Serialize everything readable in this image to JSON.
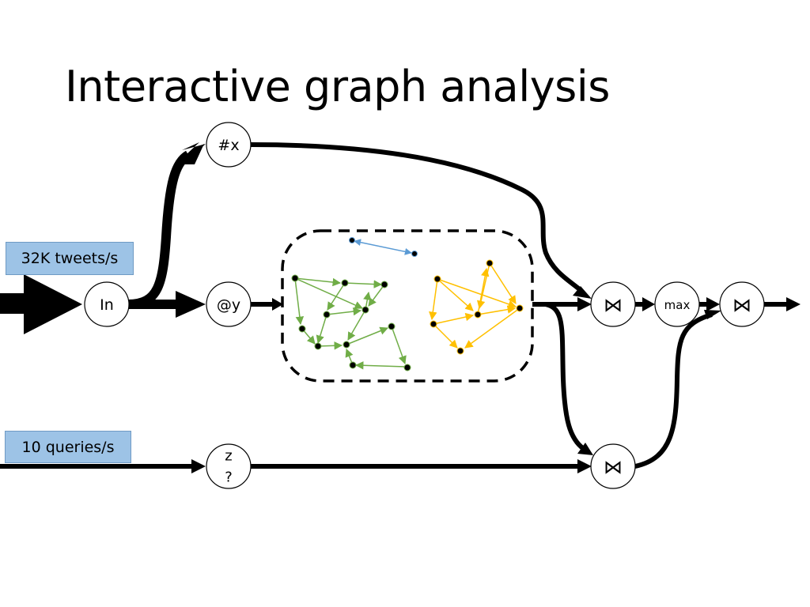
{
  "title": "Interactive graph analysis",
  "rates": {
    "tweets": "32K tweets/s",
    "queries": "10 queries/s"
  },
  "nodes": {
    "input": "In",
    "hashtag": "#x",
    "mention": "@y",
    "query_top": "z",
    "query_bottom": "?",
    "join_upper": "⋈",
    "max": "max",
    "join_lower": "⋈",
    "join_final": "⋈"
  },
  "colors": {
    "edge": "#000000",
    "rate_box": "#9dc3e6",
    "graph_green": "#70ad47",
    "graph_yellow": "#ffc000",
    "graph_blue": "#5b9bd5"
  }
}
